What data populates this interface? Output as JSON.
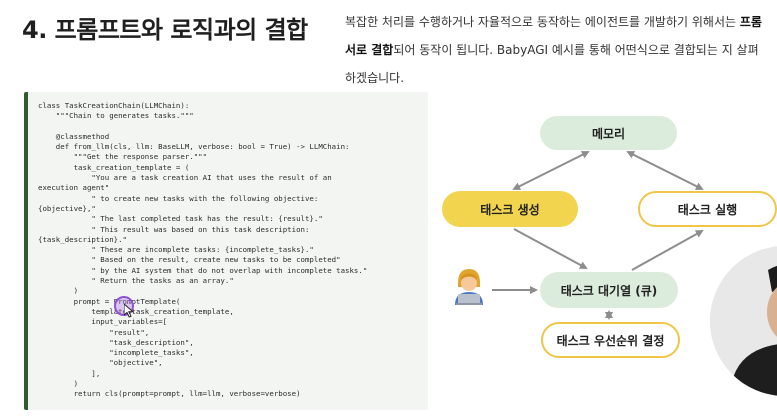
{
  "slide": {
    "title": "4. 프롬프트와 로직과의 결합",
    "desc_line1_pre": "복잡한 처리를 수행하거나 자율적으로 동작하는 에이전트를 개발하기 위해서는 ",
    "desc_line1_bold": "프롬",
    "desc_line2_bold": "서로 결합",
    "desc_line2_post": "되어 동작이 됩니다. BabyAGI 예시를 통해 어떤식으로 결합되는 지 살펴",
    "desc_line3": "하겠습니다."
  },
  "code": {
    "lines": [
      "class TaskCreationChain(LLMChain):",
      "    \"\"\"Chain to generates tasks.\"\"\"",
      "",
      "    @classmethod",
      "    def from_llm(cls, llm: BaseLLM, verbose: bool = True) -> LLMChain:",
      "        \"\"\"Get the response parser.\"\"\"",
      "        task_creation_template = (",
      "            \"You are a task creation AI that uses the result of an",
      "execution agent\"",
      "            \" to create new tasks with the following objective:",
      "{objective},\"",
      "            \" The last completed task has the result: {result}.\"",
      "            \" This result was based on this task description:",
      "{task_description}.\"",
      "            \" These are incomplete tasks: {incomplete_tasks}.\"",
      "            \" Based on the result, create new tasks to be completed\"",
      "            \" by the AI system that do not overlap with incomplete tasks.\"",
      "            \" Return the tasks as an array.\"",
      "        )",
      "        prompt = PromptTemplate(",
      "            template=task_creation_template,",
      "            input_variables=[",
      "                \"result\",",
      "                \"task_description\",",
      "                \"incomplete_tasks\",",
      "                \"objective\",",
      "            ],",
      "        )",
      "        return cls(prompt=prompt, llm=llm, verbose=verbose)"
    ]
  },
  "diagram": {
    "memory": "메모리",
    "task_create": "태스크 생성",
    "task_exec": "태스크 실행",
    "task_queue": "태스크 대기열 (큐)",
    "task_priority": "태스크 우선순위 결정",
    "colors": {
      "green_fill": "#dcecdc",
      "yellow_fill": "#f2d44f",
      "yellow_border": "#f0c647",
      "arrow": "#8d8d8d",
      "code_accent": "#2f5d31"
    }
  }
}
